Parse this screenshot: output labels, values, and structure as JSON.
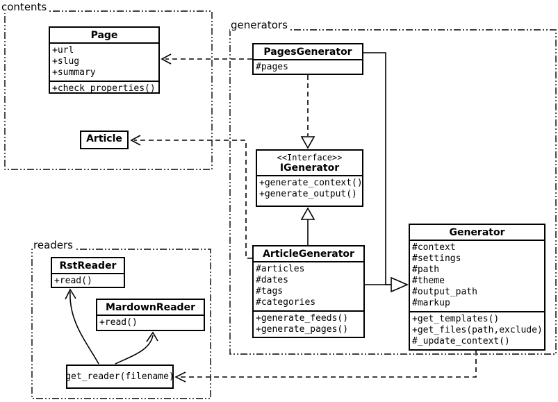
{
  "colors": {
    "line": "#000000",
    "background": "#ffffff"
  },
  "packages": {
    "contents": {
      "label": "contents"
    },
    "generators": {
      "label": "generators"
    },
    "readers": {
      "label": "readers"
    }
  },
  "classes": {
    "page": {
      "name": "Page",
      "attributes": [
        "+url",
        "+slug",
        "+summary"
      ],
      "methods": [
        "+check_properties()"
      ]
    },
    "article": {
      "name": "Article"
    },
    "pages_generator": {
      "name": "PagesGenerator",
      "attributes": [
        "#pages"
      ]
    },
    "igenerator": {
      "stereotype": "<<Interface>>",
      "name": "IGenerator",
      "methods": [
        "+generate_context()",
        "+generate_output()"
      ]
    },
    "article_generator": {
      "name": "ArticleGenerator",
      "attributes": [
        "#articles",
        "#dates",
        "#tags",
        "#categories"
      ],
      "methods": [
        "+generate_feeds()",
        "+generate_pages()"
      ]
    },
    "generator": {
      "name": "Generator",
      "attributes": [
        "#context",
        "#settings",
        "#path",
        "#theme",
        "#output_path",
        "#markup"
      ],
      "methods": [
        "+get_templates()",
        "+get_files(path,exclude)",
        "#_update_context()"
      ]
    },
    "rst_reader": {
      "name": "RstReader",
      "methods": [
        "+read()"
      ]
    },
    "markdown_reader": {
      "name": "MardownReader",
      "methods": [
        "+read()"
      ]
    },
    "get_reader": {
      "name": "get_reader(filename)"
    }
  }
}
